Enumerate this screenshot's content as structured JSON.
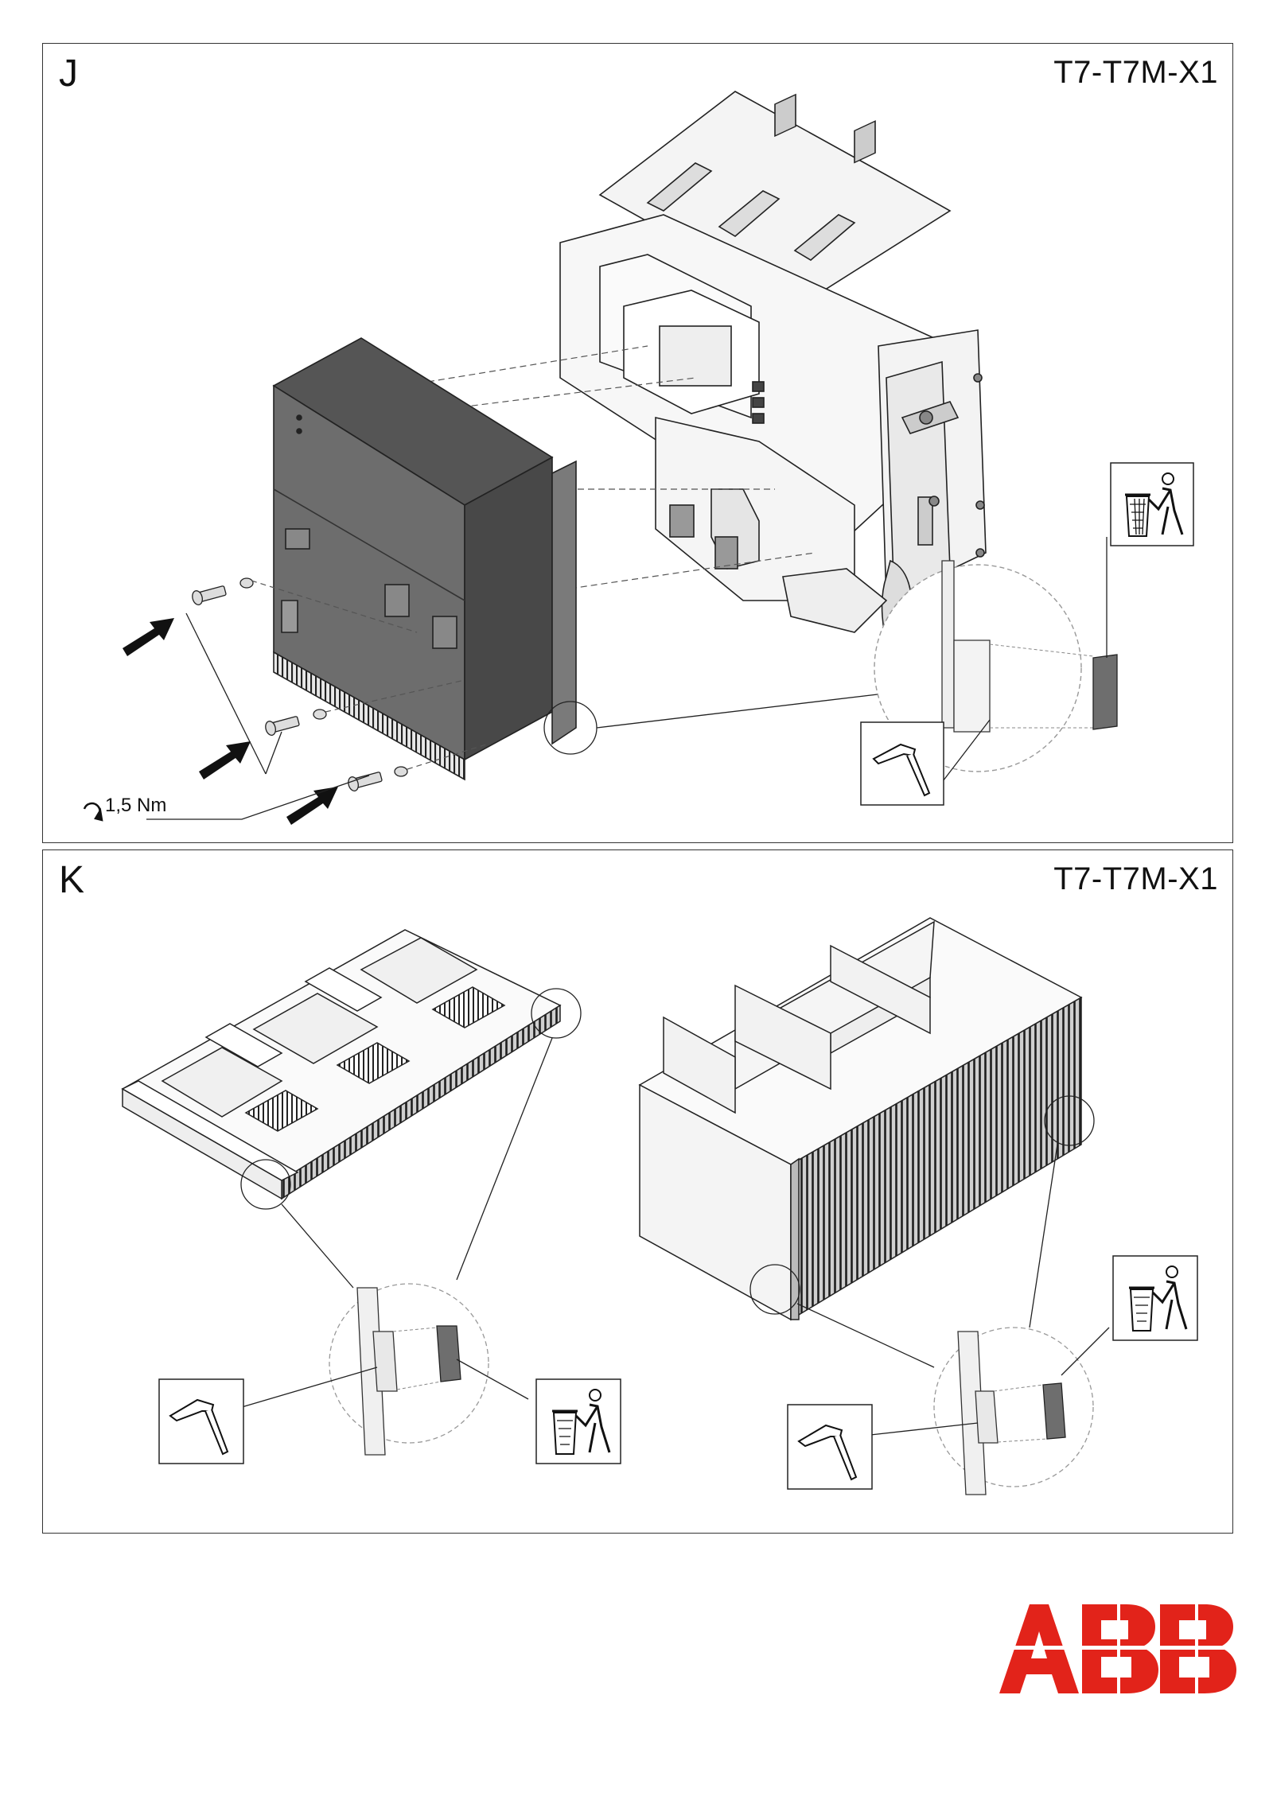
{
  "panel_j": {
    "letter": "J",
    "model": "T7-T7M-X1",
    "torque_value": "1,5 Nm"
  },
  "panel_k": {
    "letter": "K",
    "model": "T7-T7M-X1"
  },
  "brand": {
    "logo_text": "ABB",
    "color": "#E2231A"
  },
  "icons": [
    "hammer-icon",
    "waste-bin-icon",
    "torque-wrench-icon",
    "arrow-icon"
  ]
}
